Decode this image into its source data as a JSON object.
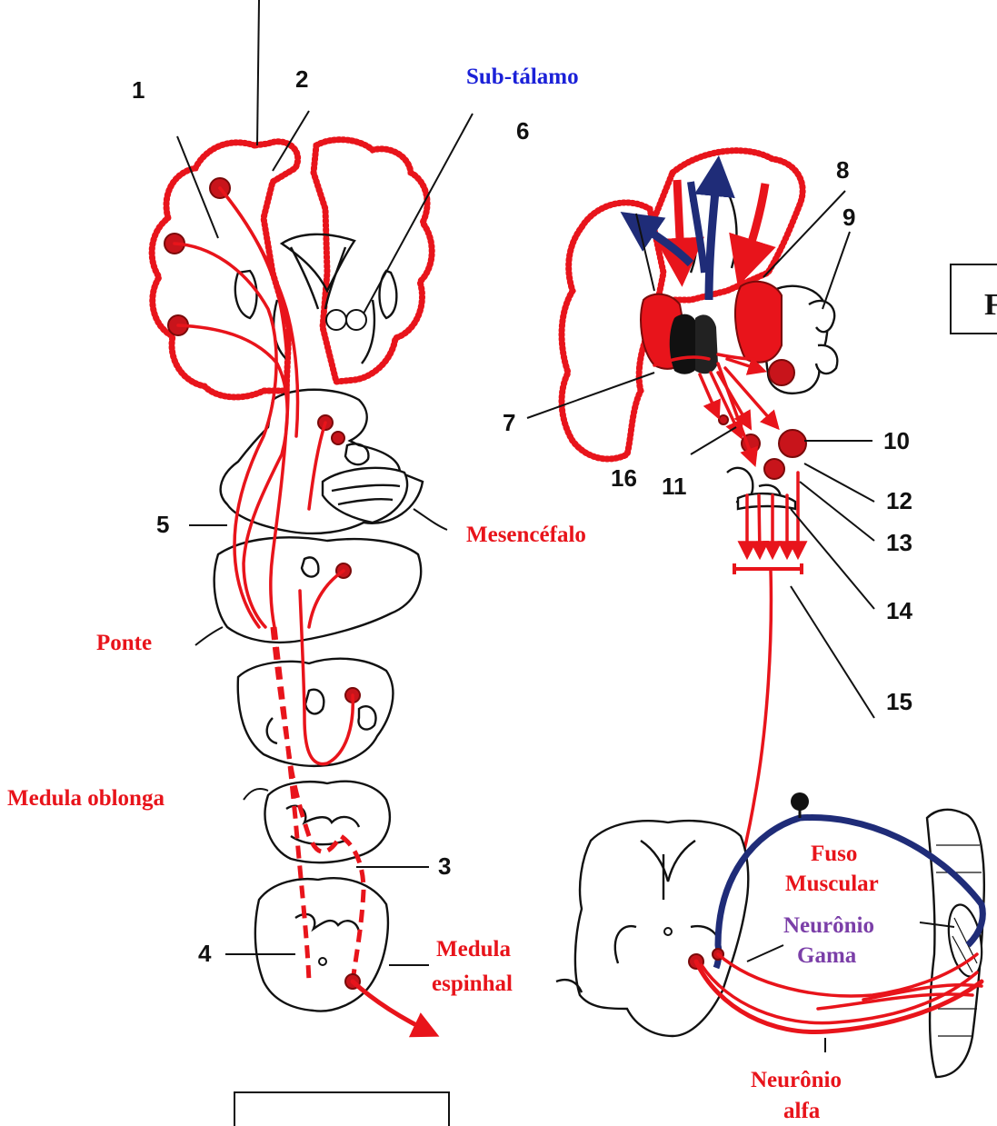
{
  "numbers": {
    "n1": "1",
    "n2": "2",
    "n3": "3",
    "n4": "4",
    "n5": "5",
    "n6": "6",
    "n7": "7",
    "n8": "8",
    "n9": "9",
    "n10": "10",
    "n11": "11",
    "n12": "12",
    "n13": "13",
    "n14": "14",
    "n15": "15",
    "n16": "16"
  },
  "labels": {
    "subtalamo": "Sub-tálamo",
    "mesencefalo": "Mesencéfalo",
    "ponte": "Ponte",
    "medula_oblonga": "Medula oblonga",
    "medula_espinhal_1": "Medula",
    "medula_espinhal_2": "espinhal",
    "fuso_1": "Fuso",
    "fuso_2": "Muscular",
    "gama_1": "Neurônio",
    "gama_2": "Gama",
    "alfa_1": "Neurônio",
    "alfa_2": "alfa",
    "box_partial": "F"
  },
  "colors": {
    "tract": "#e8141b",
    "feedback": "#1b21d8",
    "gamma": "#7b3fa8"
  }
}
